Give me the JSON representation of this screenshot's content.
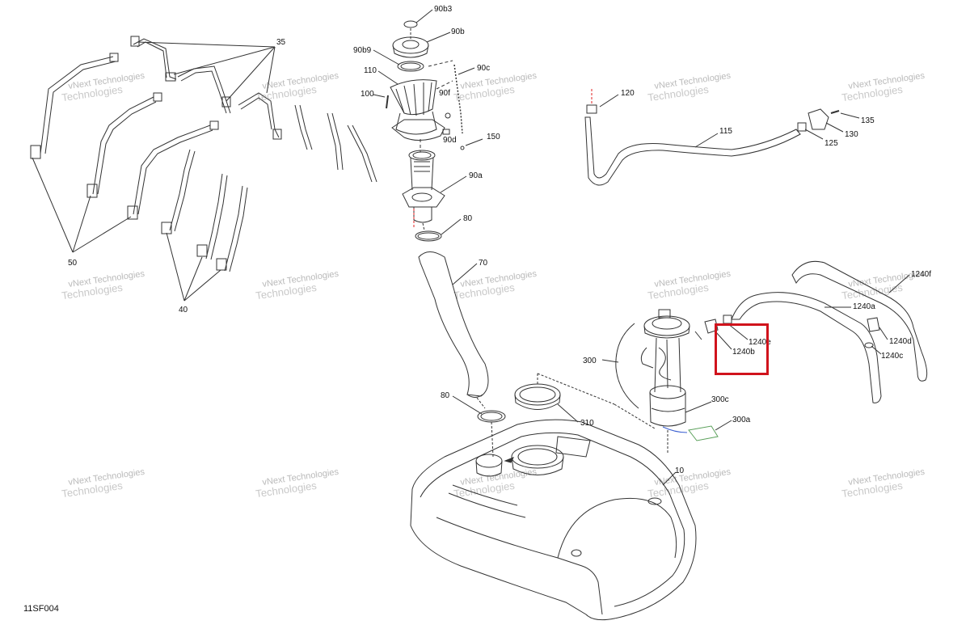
{
  "diagram_code": "11SF004",
  "watermark": {
    "line1": "vNext Technologies",
    "line2": "Technologies"
  },
  "callouts": [
    {
      "id": "c-90b3",
      "text": "90b3"
    },
    {
      "id": "c-90b",
      "text": "90b"
    },
    {
      "id": "c-90b9",
      "text": "90b9"
    },
    {
      "id": "c-110",
      "text": "110"
    },
    {
      "id": "c-90c",
      "text": "90c"
    },
    {
      "id": "c-100",
      "text": "100"
    },
    {
      "id": "c-90f",
      "text": "90f"
    },
    {
      "id": "c-90d",
      "text": "90d"
    },
    {
      "id": "c-150",
      "text": "150"
    },
    {
      "id": "c-90a",
      "text": "90a"
    },
    {
      "id": "c-80-top",
      "text": "80"
    },
    {
      "id": "c-70",
      "text": "70"
    },
    {
      "id": "c-80-bottom",
      "text": "80"
    },
    {
      "id": "c-310",
      "text": "310"
    },
    {
      "id": "c-35",
      "text": "35"
    },
    {
      "id": "c-50",
      "text": "50"
    },
    {
      "id": "c-40",
      "text": "40"
    },
    {
      "id": "c-120",
      "text": "120"
    },
    {
      "id": "c-115",
      "text": "115"
    },
    {
      "id": "c-135",
      "text": "135"
    },
    {
      "id": "c-130",
      "text": "130"
    },
    {
      "id": "c-125",
      "text": "125"
    },
    {
      "id": "c-1240f",
      "text": "1240f"
    },
    {
      "id": "c-1240a",
      "text": "1240a"
    },
    {
      "id": "c-1240e",
      "text": "1240e"
    },
    {
      "id": "c-1240b",
      "text": "1240b"
    },
    {
      "id": "c-1240d",
      "text": "1240d"
    },
    {
      "id": "c-1240c",
      "text": "1240c"
    },
    {
      "id": "c-300",
      "text": "300"
    },
    {
      "id": "c-300c",
      "text": "300c"
    },
    {
      "id": "c-300a",
      "text": "300a"
    },
    {
      "id": "c-10",
      "text": "10"
    }
  ],
  "colors": {
    "line": "#333333",
    "highlight": "#d0131c",
    "fuel_marker": "#e02020",
    "wire": "#3a5fd0",
    "sensor": "#5aa05a"
  }
}
